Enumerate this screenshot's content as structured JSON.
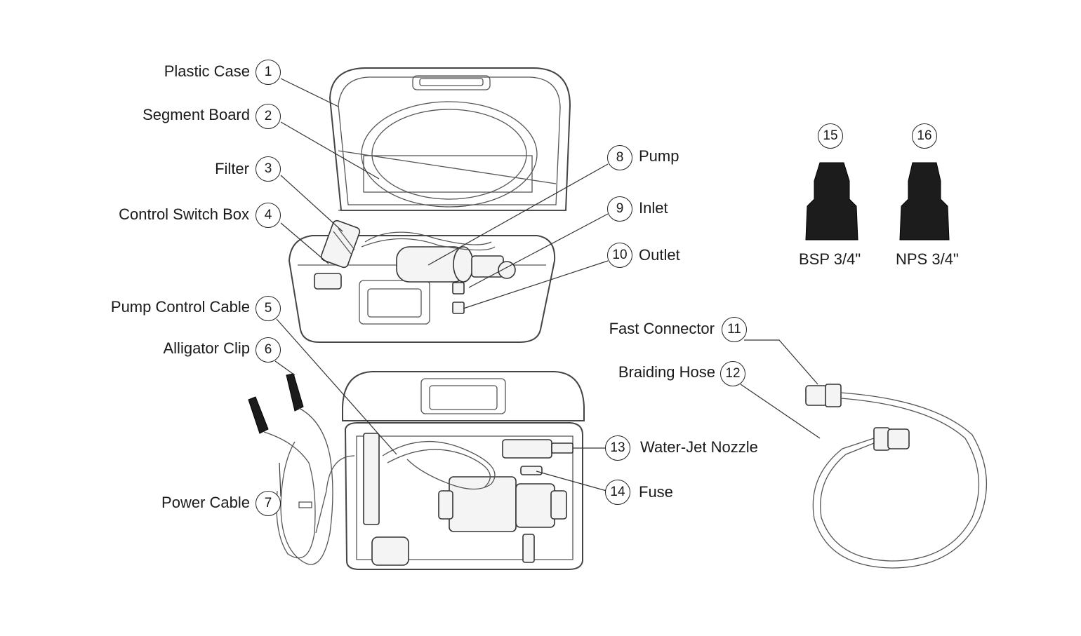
{
  "callouts": [
    {
      "n": "1",
      "label": "Plastic Case"
    },
    {
      "n": "2",
      "label": "Segment Board"
    },
    {
      "n": "3",
      "label": "Filter"
    },
    {
      "n": "4",
      "label": "Control Switch Box"
    },
    {
      "n": "5",
      "label": "Pump Control Cable"
    },
    {
      "n": "6",
      "label": "Alligator Clip"
    },
    {
      "n": "7",
      "label": "Power Cable"
    },
    {
      "n": "8",
      "label": "Pump"
    },
    {
      "n": "9",
      "label": "Inlet"
    },
    {
      "n": "10",
      "label": "Outlet"
    },
    {
      "n": "11",
      "label": "Fast Connector"
    },
    {
      "n": "12",
      "label": "Braiding Hose"
    },
    {
      "n": "13",
      "label": "Water-Jet Nozzle"
    },
    {
      "n": "14",
      "label": "Fuse"
    },
    {
      "n": "15",
      "label": "BSP 3/4\""
    },
    {
      "n": "16",
      "label": "NPS 3/4\""
    }
  ]
}
